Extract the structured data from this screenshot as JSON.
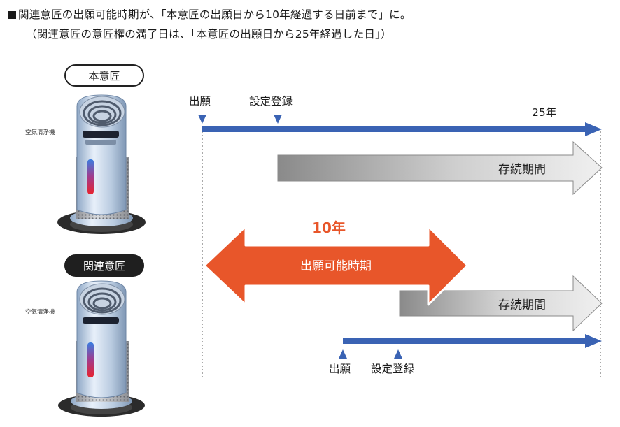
{
  "header": {
    "line1": "関連意匠の出願可能時期が、「本意匠の出願日から10年経過する日前まで」に。",
    "line2": "（関連意匠の意匠権の満了日は、「本意匠の出願日から25年経過した日」）"
  },
  "main_design": {
    "label": "本意匠",
    "product": "空気清浄機",
    "filing": "出願",
    "registration": "設定登録",
    "term_end": "25年",
    "duration": "存続期間"
  },
  "related_design": {
    "label": "関連意匠",
    "product": "空気清浄機",
    "window_years": "10年",
    "window_label": "出願可能時期",
    "duration": "存続期間",
    "filing": "出願",
    "registration": "設定登録"
  },
  "colors": {
    "timeline_blue": "#3a63b4",
    "window_orange": "#e8562a",
    "years_text": "#e8562a",
    "duration_gray": "#a9a9a9"
  }
}
